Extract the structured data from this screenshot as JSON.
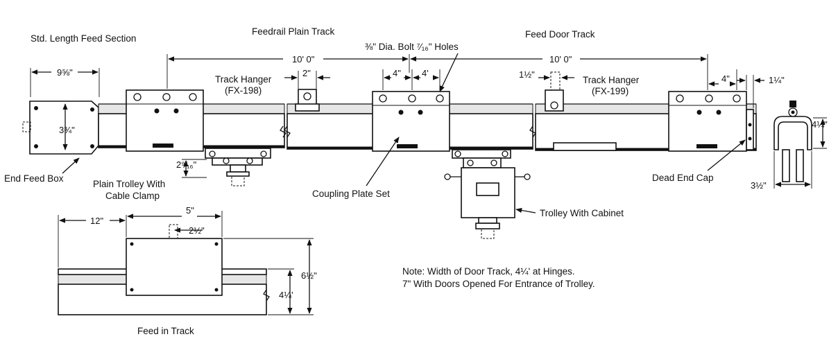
{
  "titles": {
    "std_length_feed_section": "Std. Length Feed Section",
    "feedrail_plain_track": "Feedrail Plain Track",
    "feed_door_track": "Feed Door Track",
    "feed_in_track": "Feed in Track"
  },
  "labels": {
    "bolt_holes": "⅜\" Dia. Bolt ⁷⁄₁₆\" Holes",
    "track_hanger_1": "Track Hanger",
    "track_hanger_1_part": "(FX-198)",
    "track_hanger_2": "Track Hanger",
    "track_hanger_2_part": "(FX-199)",
    "end_feed_box": "End Feed Box",
    "plain_trolley_line1": "Plain Trolley With",
    "plain_trolley_line2": "Cable Clamp",
    "coupling_plate_set": "Coupling Plate Set",
    "trolley_with_cabinet": "Trolley With Cabinet",
    "dead_end_cap": "Dead End Cap"
  },
  "dimensions": {
    "d_9_5_8": "9⅝\"",
    "d_10_0_a": "10' 0\"",
    "d_10_0_b": "10' 0\"",
    "d_2": "2\"",
    "d_4_a": "4\"",
    "d_4_b": "4'",
    "d_1_1_2": "1½\"",
    "d_4_c": "4\"",
    "d_1_1_4": "1¼\"",
    "d_3_3_4": "3¾\"",
    "d_4_1_4_side": "4¼\"",
    "d_2_9_16": "2⁹⁄₁₆\"",
    "d_3_1_2": "3½\"",
    "d_12": "12\"",
    "d_5": "5\"",
    "d_2_1_2": "2½\"",
    "d_6_1_2": "6½\"",
    "d_4_1_4_feed": "4¼'"
  },
  "note": {
    "line1": "Note: Width of Door Track, 4¼' at Hinges.",
    "line2": "7\" With Doors Opened For Entrance of Trolley."
  }
}
